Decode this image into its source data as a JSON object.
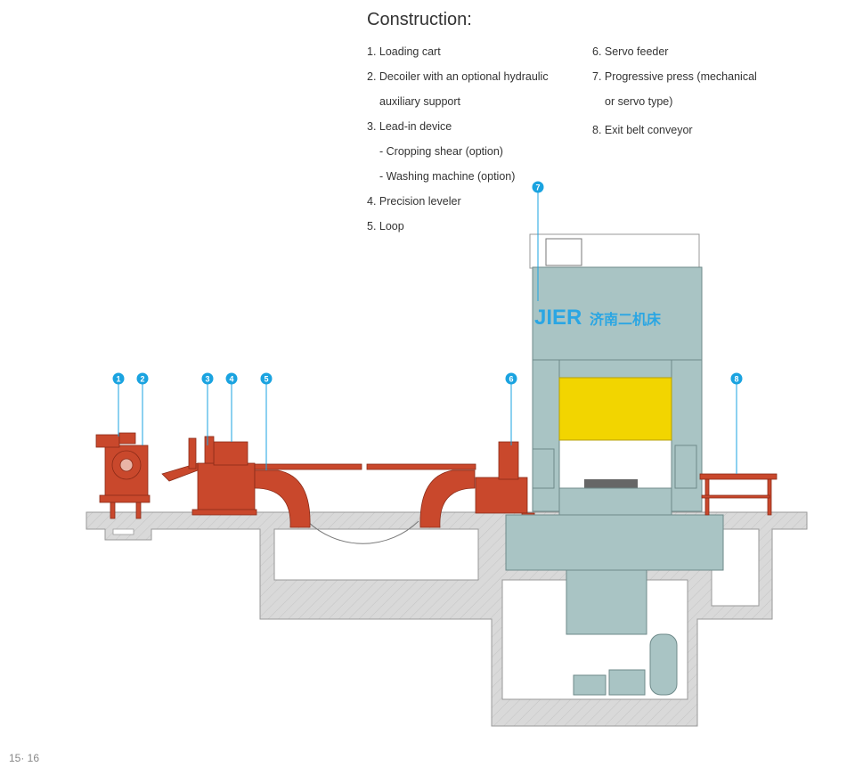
{
  "title": "Construction:",
  "items_left": [
    {
      "text": "1. Loading cart",
      "indent": false
    },
    {
      "text": "2. Decoiler with an optional hydraulic",
      "indent": false
    },
    {
      "text": "auxiliary support",
      "indent": true
    },
    {
      "text": "3. Lead-in device",
      "indent": false
    },
    {
      "text": "- Cropping shear (option)",
      "indent": true
    },
    {
      "text": "- Washing machine (option)",
      "indent": true
    },
    {
      "text": "4. Precision leveler",
      "indent": false
    },
    {
      "text": "5. Loop",
      "indent": false
    }
  ],
  "items_right": [
    {
      "text": "6. Servo feeder",
      "indent": false
    },
    {
      "text": "7. Progressive press (mechanical",
      "indent": false
    },
    {
      "text": "or servo type)",
      "indent": true
    },
    {
      "text": "8. Exit belt conveyor",
      "indent": false
    }
  ],
  "brand": {
    "logo": "JIER",
    "chinese": "济南二机床"
  },
  "callouts": [
    "1",
    "2",
    "3",
    "4",
    "5",
    "6",
    "7",
    "8"
  ],
  "page_number": "15· 16",
  "colors": {
    "machine_red": "#c9482c",
    "press_body": "#a9c4c4",
    "press_slide": "#f2d500",
    "concrete": "#d9d9d9",
    "callout": "#1aa3e0"
  }
}
